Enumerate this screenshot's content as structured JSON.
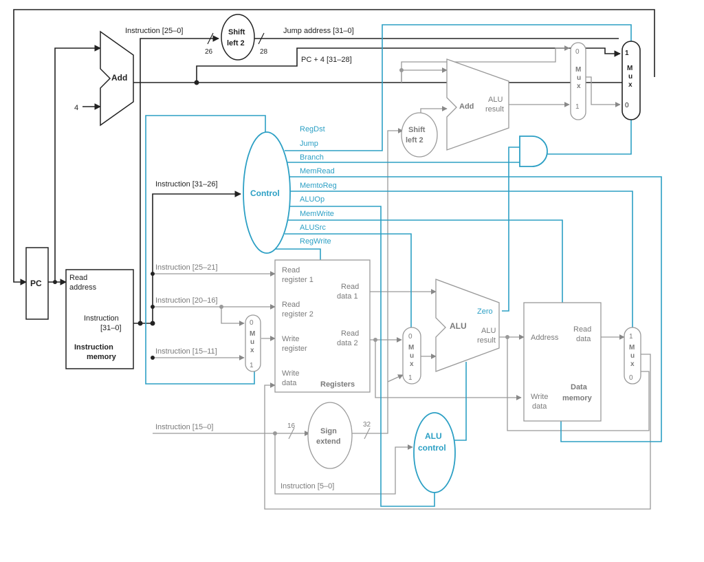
{
  "colors": {
    "control": "#2b9fc4",
    "datapath": "#9a9a9a",
    "main": "#222222",
    "unit_fill": "#ffffff"
  },
  "labels": {
    "pc": "PC",
    "add_top": "Add",
    "four": "4",
    "instr_25_0": "Instruction [25–0]",
    "shift_left_2_a": "Shift",
    "shift_left_2_b": "left 2",
    "bits_26": "26",
    "bits_28": "28",
    "jump_address": "Jump address [31–0]",
    "pc4": "PC + 4 [31–28]",
    "read_address_1": "Read",
    "read_address_2": "address",
    "instr_out_1": "Instruction",
    "instr_out_2": "[31–0]",
    "instr_mem_1": "Instruction",
    "instr_mem_2": "memory",
    "instr_31_26": "Instruction [31–26]",
    "control": "Control",
    "instr_25_21": "Instruction [25–21]",
    "instr_20_16": "Instruction [20–16]",
    "instr_15_11": "Instruction [15–11]",
    "instr_15_0": "Instruction [15–0]",
    "instr_5_0": "Instruction [5–0]",
    "read_register_1a": "Read",
    "read_register_1b": "register 1",
    "read_register_2a": "Read",
    "read_register_2b": "register 2",
    "write_register_a": "Write",
    "write_register_b": "register",
    "write_data_a": "Write",
    "write_data_b": "data",
    "read_data_1a": "Read",
    "read_data_1b": "data 1",
    "read_data_2a": "Read",
    "read_data_2b": "data 2",
    "registers": "Registers",
    "bits_16": "16",
    "bits_32": "32",
    "sign_extend_a": "Sign",
    "sign_extend_b": "extend",
    "shift2_mid_a": "Shift",
    "shift2_mid_b": "left 2",
    "add_branch": "Add",
    "alu_result_a": "ALU",
    "alu_result_b": "result",
    "alu": "ALU",
    "zero": "Zero",
    "alu_control_a": "ALU",
    "alu_control_b": "control",
    "address": "Address",
    "read_data_a": "Read",
    "read_data_b": "data",
    "write_data_mem_a": "Write",
    "write_data_mem_b": "data",
    "data_memory_a": "Data",
    "data_memory_b": "memory",
    "mux_m": "M",
    "mux_u": "u",
    "mux_x": "x",
    "zero_in": "0",
    "one_in": "1"
  },
  "control_signals": [
    "RegDst",
    "Jump",
    "Branch",
    "MemRead",
    "MemtoReg",
    "ALUOp",
    "MemWrite",
    "ALUSrc",
    "RegWrite"
  ]
}
